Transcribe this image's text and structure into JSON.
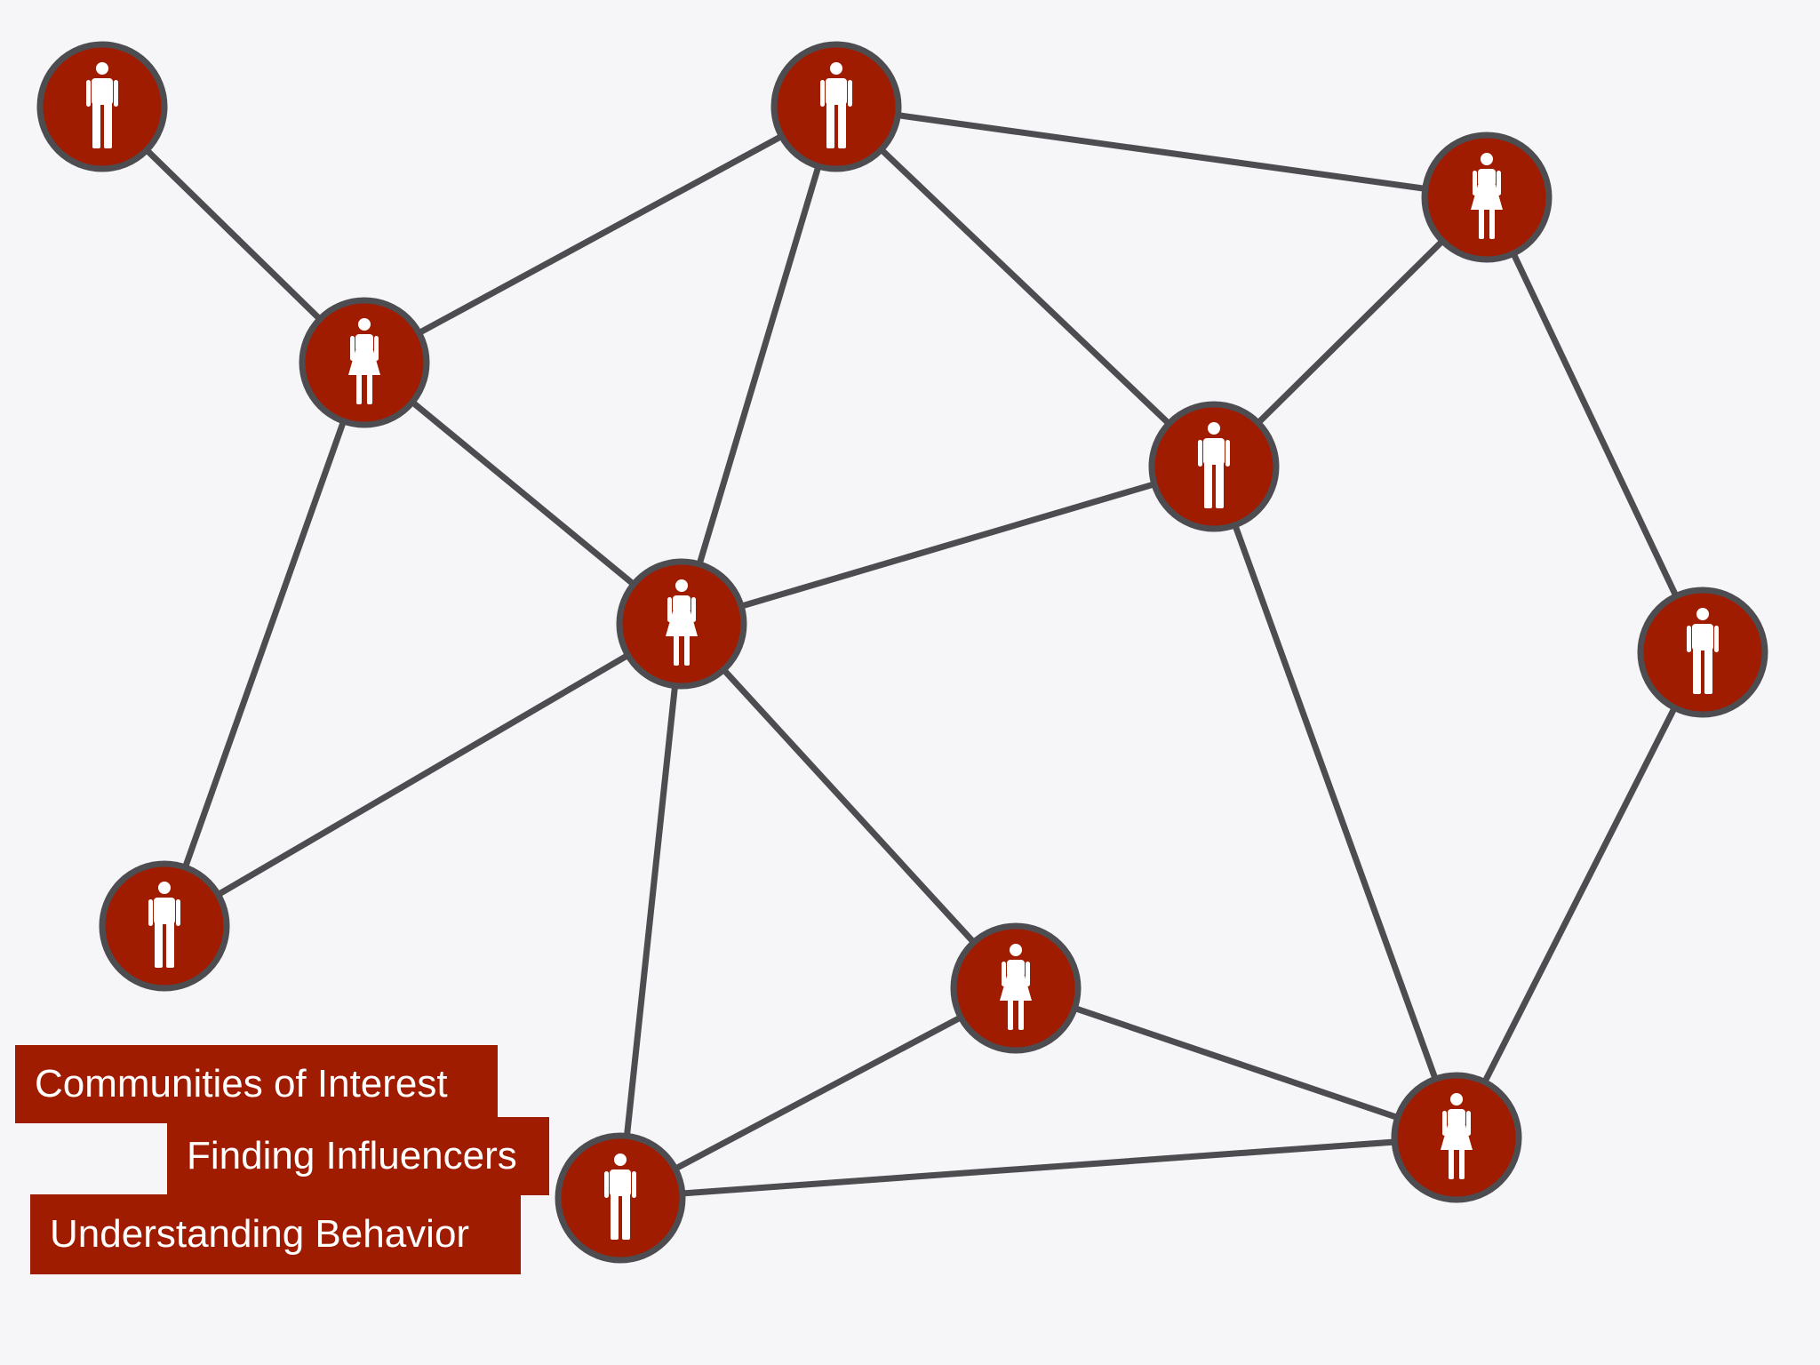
{
  "diagram": {
    "colors": {
      "background": "#f6f6f8",
      "node_fill": "#a01c00",
      "node_border": "#4d4c51",
      "edge": "#4d4c51",
      "icon": "#ffffff",
      "label_background": "#a01c00",
      "label_text": "#ffffff"
    },
    "nodes": [
      {
        "id": "n0",
        "icon": "man-icon"
      },
      {
        "id": "n1",
        "icon": "man-icon"
      },
      {
        "id": "n2",
        "icon": "woman-icon"
      },
      {
        "id": "n3",
        "icon": "woman-icon"
      },
      {
        "id": "n4",
        "icon": "man-icon"
      },
      {
        "id": "n5",
        "icon": "woman-icon"
      },
      {
        "id": "n6",
        "icon": "man-icon"
      },
      {
        "id": "n7",
        "icon": "man-icon"
      },
      {
        "id": "n8",
        "icon": "woman-icon"
      },
      {
        "id": "n9",
        "icon": "man-icon"
      },
      {
        "id": "n10",
        "icon": "woman-icon"
      }
    ],
    "edges": [
      [
        "n0",
        "n3"
      ],
      [
        "n1",
        "n3"
      ],
      [
        "n1",
        "n2"
      ],
      [
        "n1",
        "n5"
      ],
      [
        "n1",
        "n4"
      ],
      [
        "n2",
        "n4"
      ],
      [
        "n2",
        "n6"
      ],
      [
        "n3",
        "n5"
      ],
      [
        "n3",
        "n7"
      ],
      [
        "n5",
        "n4"
      ],
      [
        "n5",
        "n7"
      ],
      [
        "n5",
        "n8"
      ],
      [
        "n5",
        "n9"
      ],
      [
        "n4",
        "n10"
      ],
      [
        "n6",
        "n10"
      ],
      [
        "n8",
        "n9"
      ],
      [
        "n8",
        "n10"
      ],
      [
        "n9",
        "n10"
      ]
    ]
  },
  "labels": [
    "Communities of Interest",
    "Finding Influencers",
    "Understanding Behavior"
  ]
}
